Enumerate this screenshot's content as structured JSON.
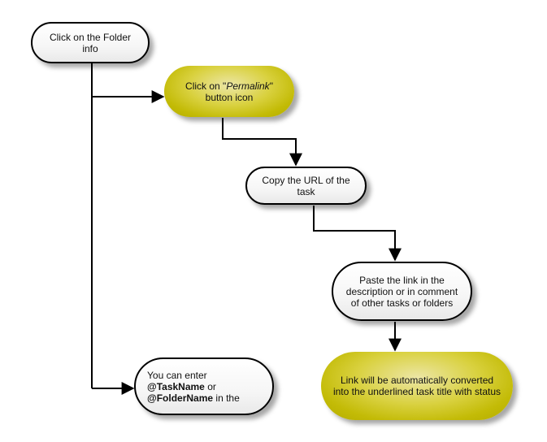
{
  "nodes": {
    "folder_info": {
      "segments": [
        {
          "text": "Click on the Folder info",
          "style": "normal"
        }
      ],
      "fill": "#ffffff"
    },
    "permalink": {
      "segments": [
        {
          "text": "Click on \"",
          "style": "normal"
        },
        {
          "text": "Permalink",
          "style": "italic"
        },
        {
          "text": "\" button icon",
          "style": "normal"
        }
      ],
      "fill": "#c3bb06"
    },
    "copy_url": {
      "segments": [
        {
          "text": "Copy    the URL of the task",
          "style": "normal"
        }
      ],
      "fill": "#ffffff"
    },
    "paste_link": {
      "segments": [
        {
          "text": "Paste the link in the description or in comment of other tasks or folders",
          "style": "normal"
        }
      ],
      "fill": "#ffffff"
    },
    "auto_convert": {
      "segments": [
        {
          "text": "Link will be automatically converted into the underlined task title with status",
          "style": "normal"
        }
      ],
      "fill": "#c3bb06"
    },
    "enter_name": {
      "segments": [
        {
          "text": "You can enter ",
          "style": "normal"
        },
        {
          "text": "@TaskName",
          "style": "bold"
        },
        {
          "text": " or ",
          "style": "normal"
        },
        {
          "text": "@FolderName",
          "style": "bold"
        },
        {
          "text": " in the",
          "style": "normal"
        }
      ],
      "fill": "#ffffff"
    }
  }
}
